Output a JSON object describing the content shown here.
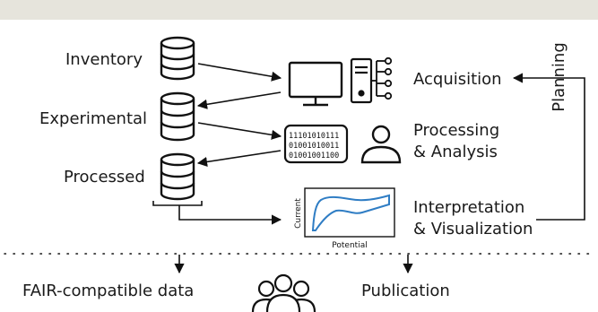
{
  "sources": {
    "inventory": "Inventory",
    "experimental": "Experimental",
    "processed": "Processed"
  },
  "stages": {
    "acquisition": "Acquisition",
    "processing": [
      "Processing",
      "& Analysis"
    ],
    "interpretation": [
      "Interpretation",
      "& Visualization"
    ]
  },
  "planning": "Planning",
  "binary": [
    "11101010111",
    "01001010011",
    "01001001100"
  ],
  "plot": {
    "ylabel": "Current",
    "xlabel": "Potential",
    "curve_color": "#2f7dc4"
  },
  "outputs": {
    "fair": "FAIR-compatible data",
    "publication": "Publication"
  },
  "icons": {
    "database": "database-icon",
    "computer": "desktop-computer-icon",
    "server": "server-tower-icon",
    "user": "user-icon",
    "users": "users-group-icon"
  }
}
